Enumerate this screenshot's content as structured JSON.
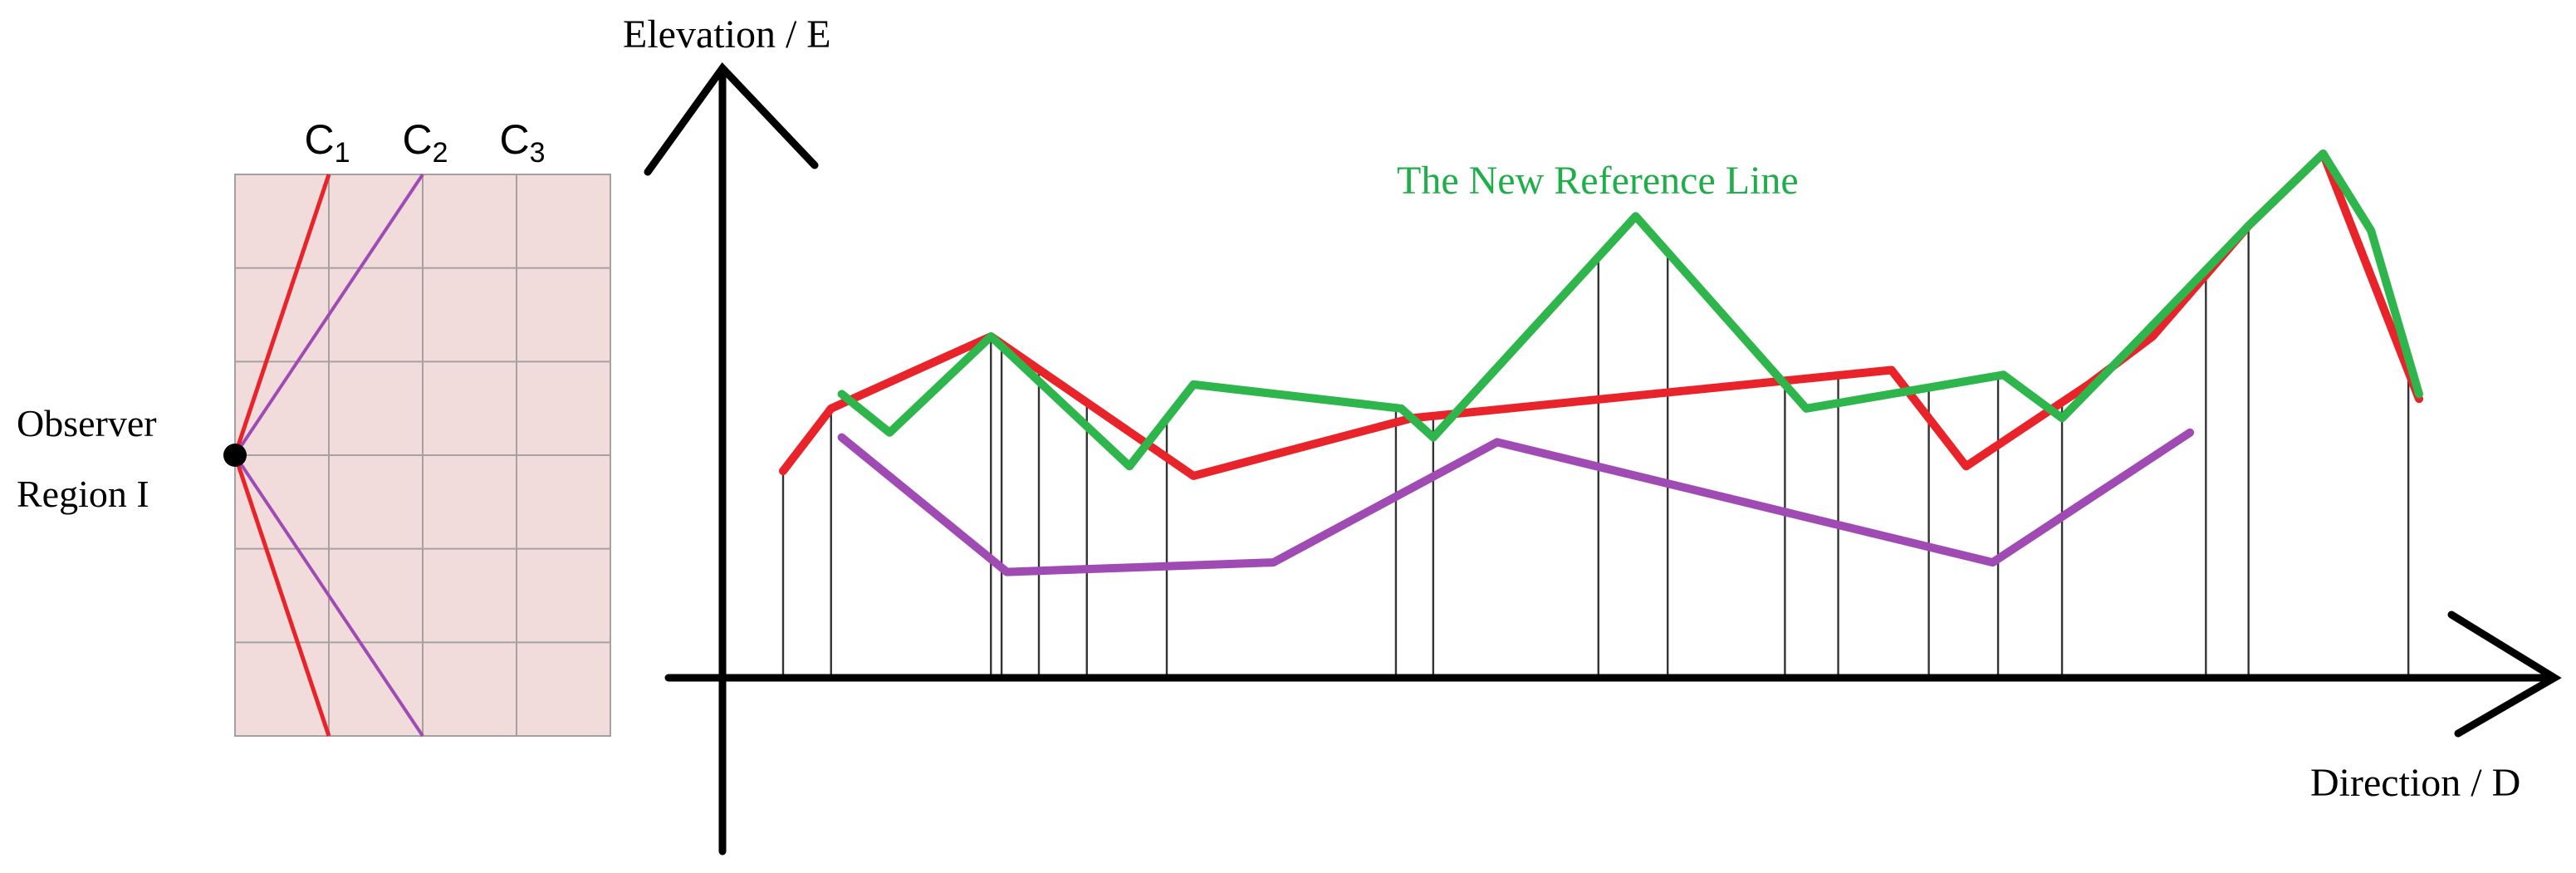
{
  "colors": {
    "grid_fill": "#f2dcdb",
    "grid_stroke": "#a6a0a0",
    "c1_ray": "#e8232a",
    "c2_ray": "#a04bb4",
    "observer": "#000000",
    "red": "#e8232a",
    "purple": "#a04bb4",
    "green": "#2eb54b",
    "axis": "#000000",
    "label_green": "#1fae4a"
  },
  "left_panel": {
    "columns": [
      {
        "base": "C",
        "sub": "1"
      },
      {
        "base": "C",
        "sub": "2"
      },
      {
        "base": "C",
        "sub": "3"
      }
    ],
    "observer_label_line1": "Observer",
    "observer_label_line2": "Region I"
  },
  "axes": {
    "y_label": "Elevation / E",
    "x_label": "Direction / D"
  },
  "annotation": "The New Reference Line",
  "profile": {
    "red": [
      [
        0,
        43
      ],
      [
        45,
        56
      ],
      [
        195,
        71
      ],
      [
        385,
        42
      ],
      [
        590,
        54
      ],
      [
        1040,
        64
      ],
      [
        1110,
        44
      ],
      [
        1225,
        61
      ],
      [
        1285,
        71
      ],
      [
        1375,
        94
      ],
      [
        1445,
        109
      ],
      [
        1535,
        58
      ]
    ],
    "purple": [
      [
        55,
        50
      ],
      [
        210,
        22
      ],
      [
        460,
        24
      ],
      [
        670,
        49
      ],
      [
        1135,
        24
      ],
      [
        1320,
        51
      ]
    ],
    "green": [
      [
        55,
        59
      ],
      [
        100,
        51
      ],
      [
        195,
        71
      ],
      [
        325,
        44
      ],
      [
        385,
        61
      ],
      [
        580,
        56
      ],
      [
        610,
        50
      ],
      [
        800,
        96
      ],
      [
        960,
        56
      ],
      [
        1145,
        63
      ],
      [
        1200,
        54
      ],
      [
        1275,
        71
      ],
      [
        1375,
        94
      ],
      [
        1445,
        109
      ],
      [
        1490,
        93
      ],
      [
        1535,
        59
      ]
    ],
    "drops": [
      0,
      45,
      195,
      205,
      240,
      285,
      360,
      575,
      610,
      765,
      830,
      940,
      990,
      1075,
      1140,
      1200,
      1335,
      1375,
      1525
    ]
  }
}
